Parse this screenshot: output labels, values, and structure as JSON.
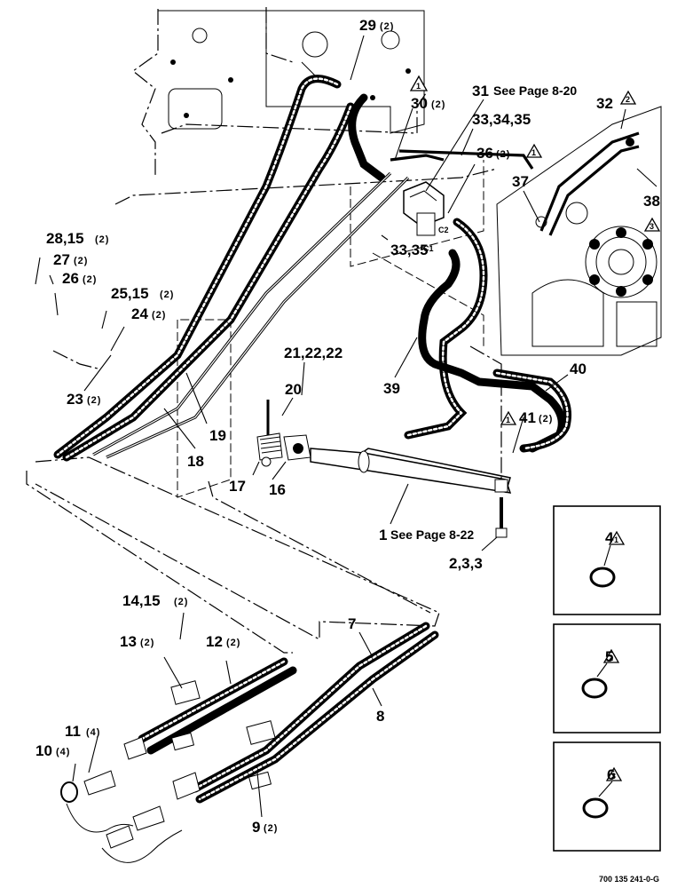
{
  "callouts": {
    "c29": "29",
    "c29q": "(2)",
    "c30": "30",
    "c30q": "(2)",
    "c30flag": "1",
    "c31": "31",
    "c31ref": "See Page 8-20",
    "c32": "32",
    "c32flag": "2",
    "c33": "33,34,35",
    "c36": "36",
    "c36q": "(2)",
    "c36flag": "1",
    "c37": "37",
    "c38": "38",
    "c38flag": "3",
    "c28": "28,15",
    "c28q": "(2)",
    "c27": "27",
    "c27q": "(2)",
    "c26": "26",
    "c26q": "(2)",
    "c25": "25,15",
    "c25q": "(2)",
    "c24": "24",
    "c24q": "(2)",
    "c23": "23",
    "c23q": "(2)",
    "c3335": "33,35",
    "c21": "21,22,22",
    "c20": "20",
    "c19": "19",
    "c18": "18",
    "c17": "17",
    "c16": "16",
    "c39": "39",
    "c40": "40",
    "c41": "41",
    "c41q": "(2)",
    "c41flag": "1",
    "c1": "1",
    "c1ref": "See Page 8-22",
    "c233": "2,3,3",
    "c14": "14,15",
    "c14q": "(2)",
    "c13": "13",
    "c13q": "(2)",
    "c12": "12",
    "c12q": "(2)",
    "c7": "7",
    "c8": "8",
    "c11": "11",
    "c11q": "(4)",
    "c10": "10",
    "c10q": "(4)",
    "c9": "9",
    "c9q": "(2)",
    "c4": "4",
    "c4flag": "1",
    "c5": "5",
    "c5flag": "2",
    "c6": "6",
    "c6flag": "3",
    "portC1": "C1",
    "portC2": "C2"
  },
  "footer": {
    "code": "700 135 241-0-G"
  }
}
